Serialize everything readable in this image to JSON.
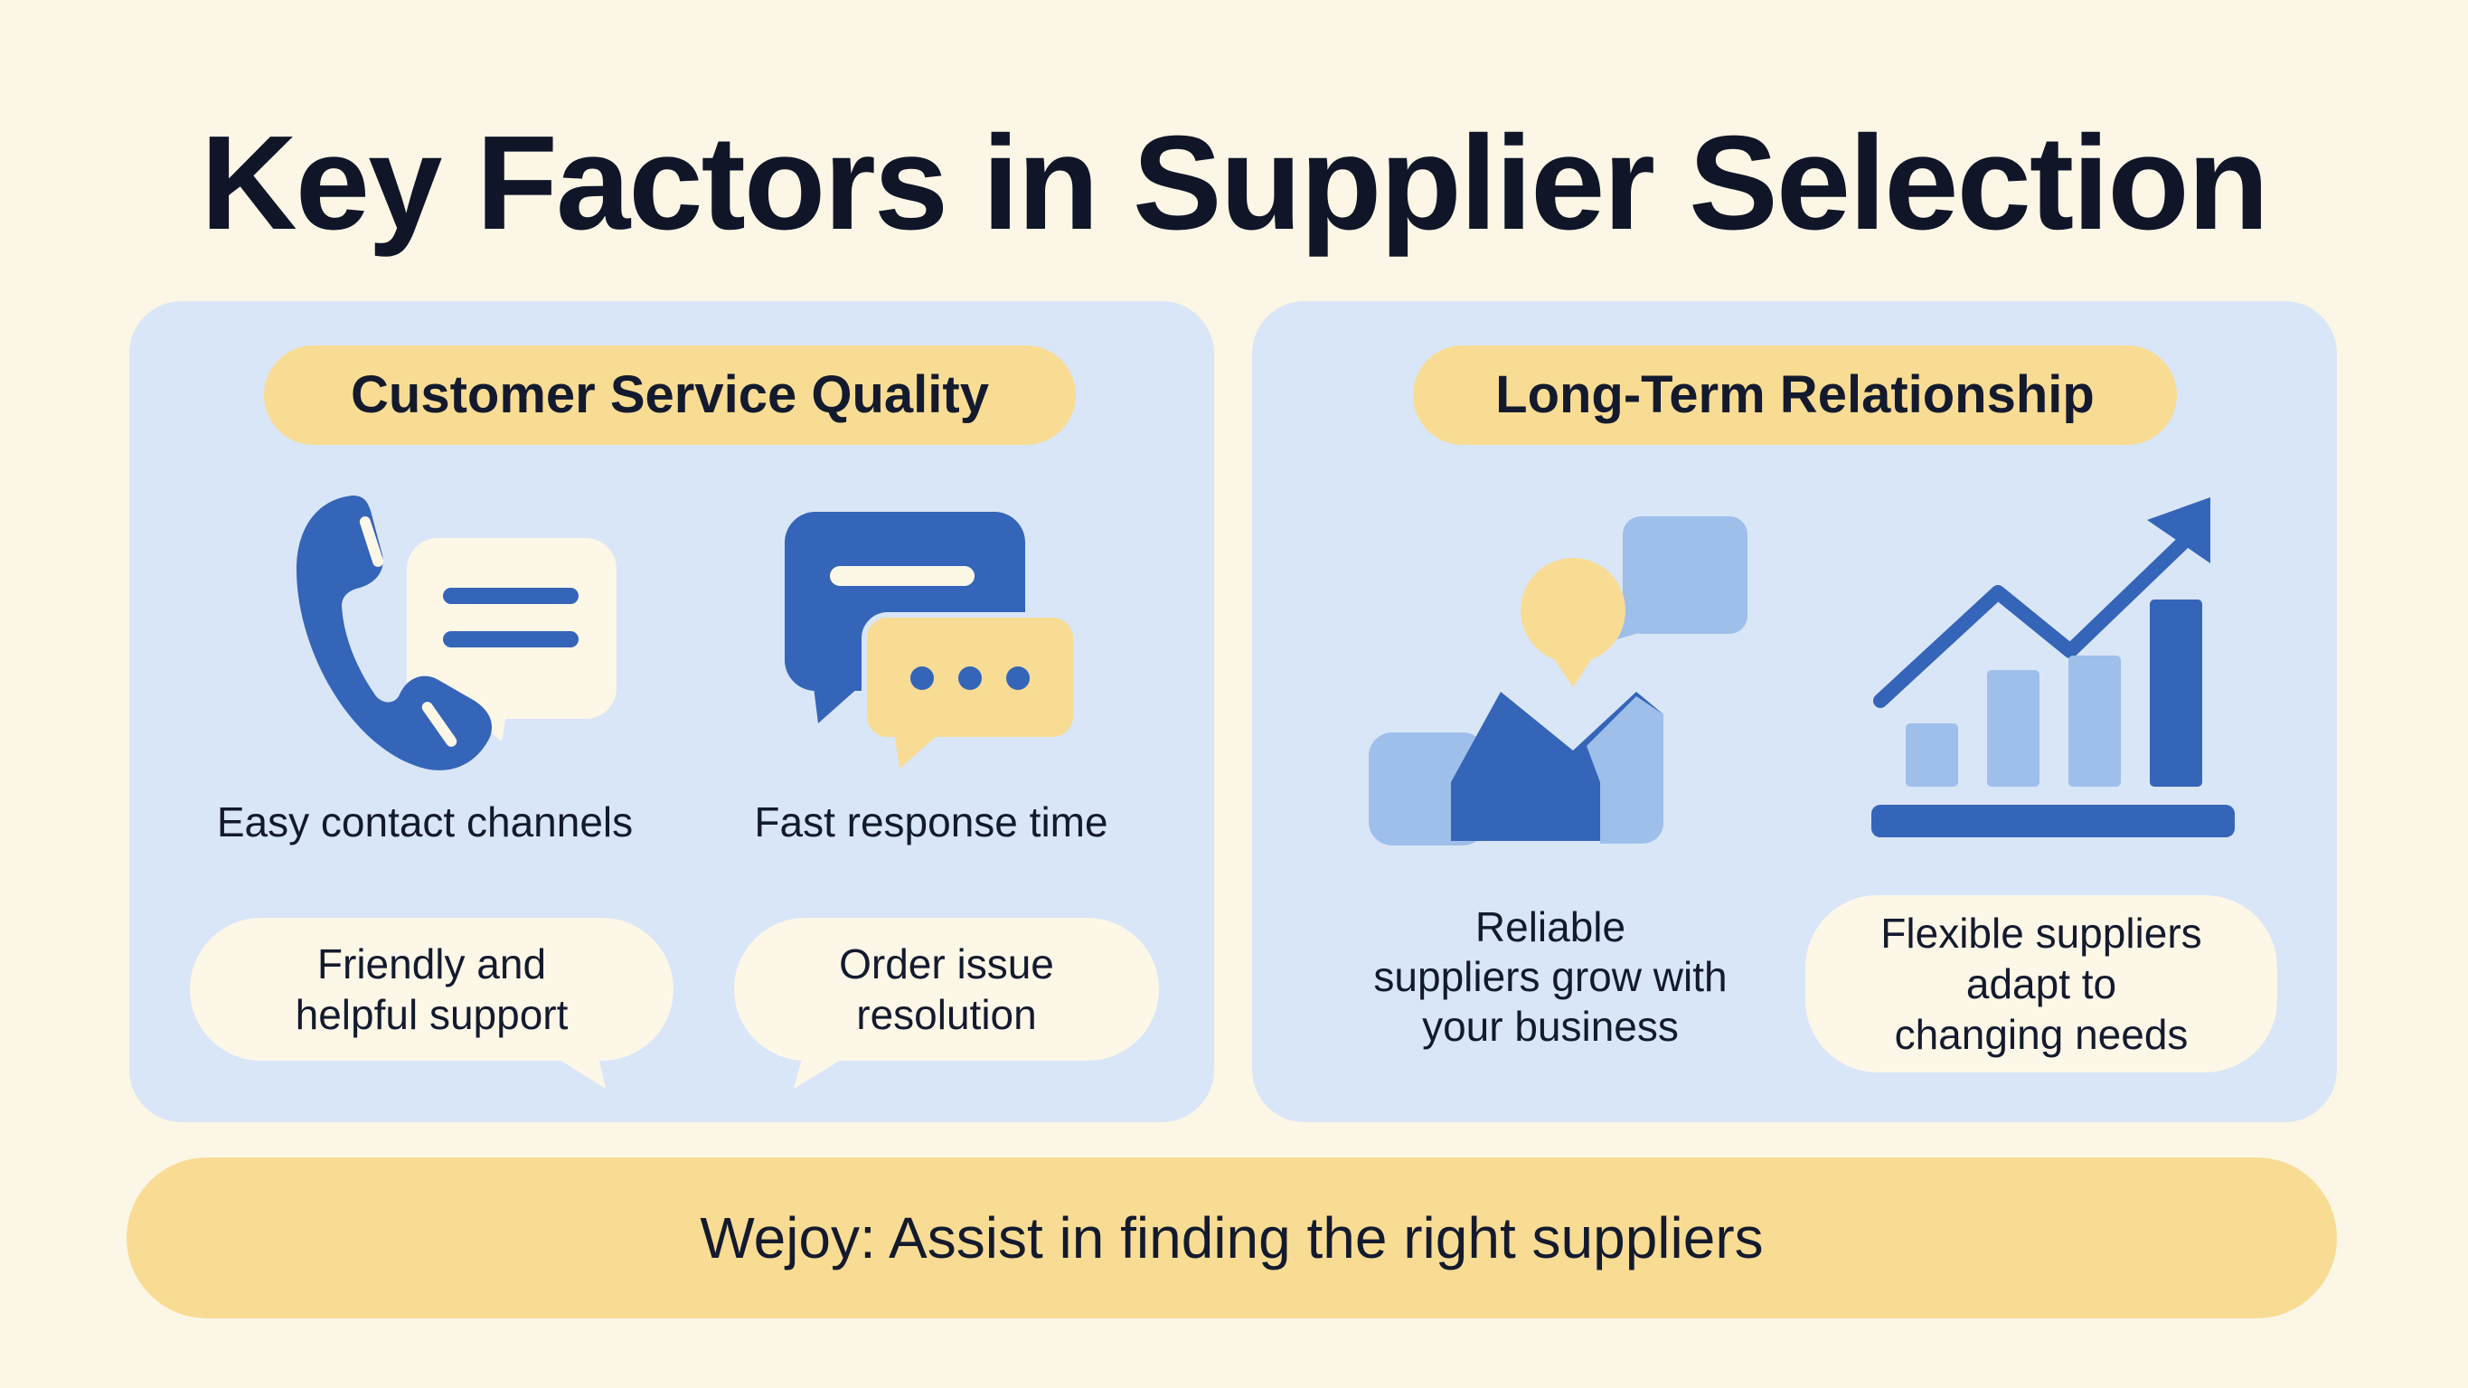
{
  "title": "Key Factors in Supplier Selection",
  "colors": {
    "background": "#fcf6e6",
    "panel": "#d9e6f7",
    "accent_yellow": "#f8dc94",
    "icon_blue": "#3565b8",
    "icon_light_blue": "#9dbfea",
    "bubble": "#fdf7e8"
  },
  "left_panel": {
    "heading": "Customer Service Quality",
    "items": [
      {
        "icon": "phone-chat-icon",
        "label": "Easy contact channels"
      },
      {
        "icon": "chat-bubbles-icon",
        "label": "Fast response time"
      }
    ],
    "bubbles": [
      {
        "lines": [
          "Friendly and",
          "helpful support"
        ]
      },
      {
        "lines": [
          "Order issue",
          "resolution"
        ]
      }
    ]
  },
  "right_panel": {
    "heading": "Long-Term Relationship",
    "items": [
      {
        "icon": "person-partnership-icon"
      },
      {
        "icon": "growth-chart-icon"
      }
    ],
    "texts": [
      {
        "lines": [
          "Reliable",
          "suppliers grow with",
          "your business"
        ]
      },
      {
        "lines": [
          "Flexible suppliers",
          "adapt to",
          "changing needs"
        ]
      }
    ]
  },
  "footer": "Wejoy: Assist in finding the right suppliers"
}
